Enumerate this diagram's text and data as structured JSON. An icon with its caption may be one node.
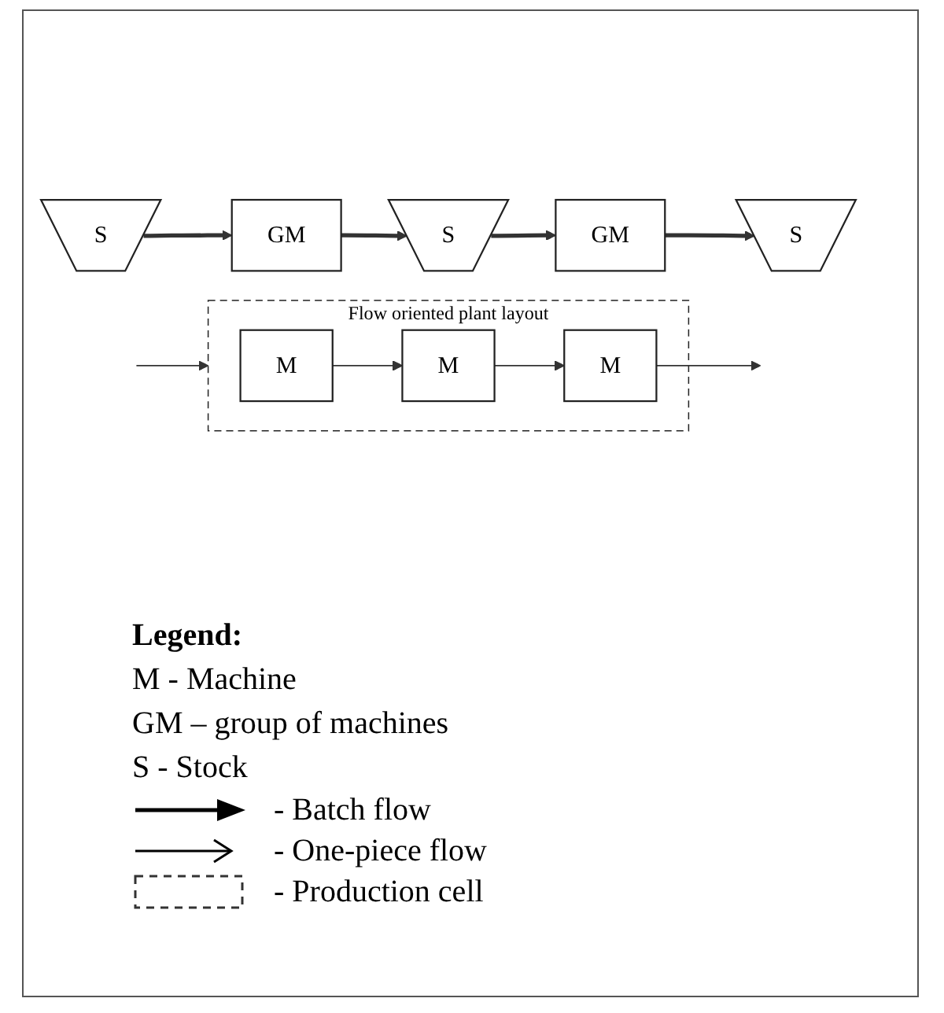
{
  "diagram": {
    "nodes": [
      {
        "text": [
          "S"
        ]
      },
      {
        "text": [
          "GM"
        ]
      },
      {
        "text": [
          "S"
        ]
      },
      {
        "text": [
          "GM"
        ]
      },
      {
        "text": [
          "S"
        ]
      },
      {
        "text": [
          "Flow oriented plant layout"
        ]
      },
      {
        "text": [
          "M"
        ],
        "in": 5
      },
      {
        "text": [
          "M"
        ],
        "in": 5
      },
      {
        "text": [
          "M"
        ],
        "in": 5
      }
    ],
    "edges": [
      {
        "from": 0,
        "to": 1,
        "arrow": "to",
        "style": "thick"
      },
      {
        "from": 1,
        "to": 2,
        "arrow": "to",
        "style": "thick"
      },
      {
        "from": 2,
        "to": 3,
        "arrow": "to",
        "style": "thick"
      },
      {
        "from": 3,
        "to": 4,
        "arrow": "to",
        "style": "thick"
      },
      {
        "from": null,
        "to": 5,
        "arrow": "to"
      },
      {
        "from": 6,
        "to": 7,
        "arrow": "to"
      },
      {
        "from": 7,
        "to": 8,
        "arrow": "to"
      },
      {
        "from": 8,
        "to": null,
        "arrow": "to"
      }
    ],
    "labels": [
      "Legend:",
      "M - Machine",
      "GM – group of machines",
      "S - Stock"
    ],
    "legend": [
      {
        "text": "- Batch flow"
      },
      {
        "text": "- One-piece flow"
      },
      {
        "text": "- Production cell"
      }
    ]
  }
}
